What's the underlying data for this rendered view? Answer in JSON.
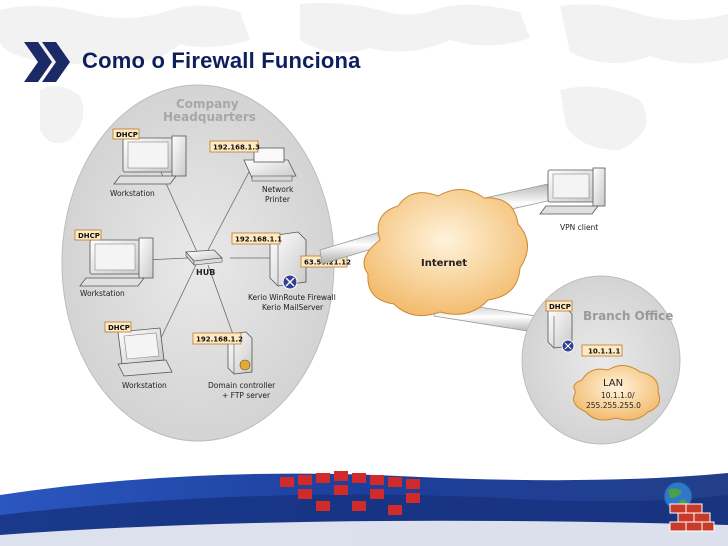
{
  "title": "Como o Firewall Funciona",
  "headquarters": {
    "label_line1": "Company",
    "label_line2": "Headquarters",
    "workstation_top": {
      "label": "Workstation",
      "tag": "DHCP"
    },
    "workstation_mid": {
      "label": "Workstation",
      "tag": "DHCP"
    },
    "workstation_bottom": {
      "label": "Workstation",
      "tag": "DHCP"
    },
    "printer": {
      "label_line1": "Network",
      "label_line2": "Printer",
      "ip": "192.168.1.3"
    },
    "hub": {
      "label": "HUB"
    },
    "firewall": {
      "label_line1": "Kerio WinRoute Firewall",
      "label_line2": "Kerio MailServer",
      "ip_internal": "192.168.1.1",
      "ip_external": "63.55.21.12"
    },
    "domain_controller": {
      "label_line1": "Domain controller",
      "label_line2": "+ FTP server",
      "ip": "192.168.1.2"
    }
  },
  "internet": {
    "label": "Internet"
  },
  "vpn_client": {
    "label": "VPN client"
  },
  "branch": {
    "label": "Branch Office",
    "tag": "DHCP",
    "ip": "10.1.1.1",
    "lan_label": "LAN",
    "lan_net": "10.1.1.0/",
    "lan_mask": "255.255.255.0"
  },
  "colors": {
    "title": "#0d1f5c",
    "tag_fill": "#fde9c2",
    "tag_border": "#c0772a",
    "cloud": "#f6c67c",
    "ellipse": "#d9d9d9",
    "footer_blue": "#1e3f9a",
    "footer_red": "#d12a2a"
  }
}
